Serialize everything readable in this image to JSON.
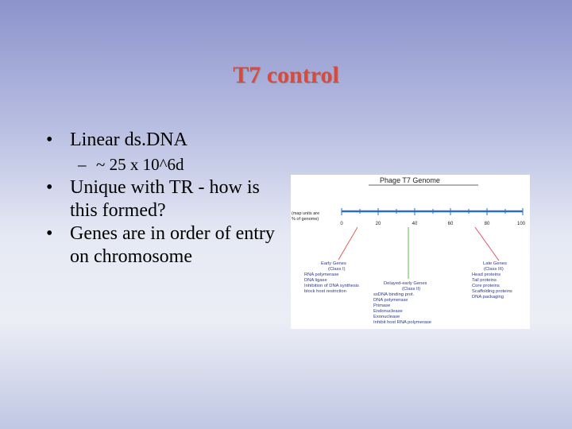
{
  "slide": {
    "title": "T7 control",
    "bullets": [
      {
        "text": "Linear ds.DNA",
        "sub": "~ 25 x 10^6d"
      },
      {
        "text": "Unique with TR - how is this formed?"
      },
      {
        "text": "Genes are in order of entry on chromosome"
      }
    ],
    "bullet_glyph": "•",
    "sub_glyph": "–"
  },
  "figure": {
    "title": "Phage T7 Genome",
    "axis_label_line1": "(map units are",
    "axis_label_line2": "% of genome)",
    "ticks": [
      "0",
      "20",
      "40",
      "60",
      "80",
      "100"
    ],
    "early": {
      "heading": "Early Genes",
      "class": "(Class I)",
      "items": [
        "RNA polymerase",
        "DNA ligase",
        "Inhibition of DNA synthesis",
        "block host restriction"
      ],
      "color": "#e0472e"
    },
    "delayed": {
      "heading": "Delayed-early Genes",
      "class": "(Class II)",
      "items": [
        "ssDNA binding prot.",
        "DNA polymerase",
        "Primase",
        "Endonuclease",
        "Exonuclease",
        "Inhibit host RNA polymerase"
      ],
      "color": "#3aa62a"
    },
    "late": {
      "heading": "Late Genes",
      "class": "(Class III)",
      "items": [
        "Head proteins",
        "Tail proteins",
        "Core proteins",
        "Scaffolding proteins",
        "DNA packaging"
      ],
      "color": "#d93a55"
    },
    "genome_bar_color": "#2a6fc4"
  }
}
